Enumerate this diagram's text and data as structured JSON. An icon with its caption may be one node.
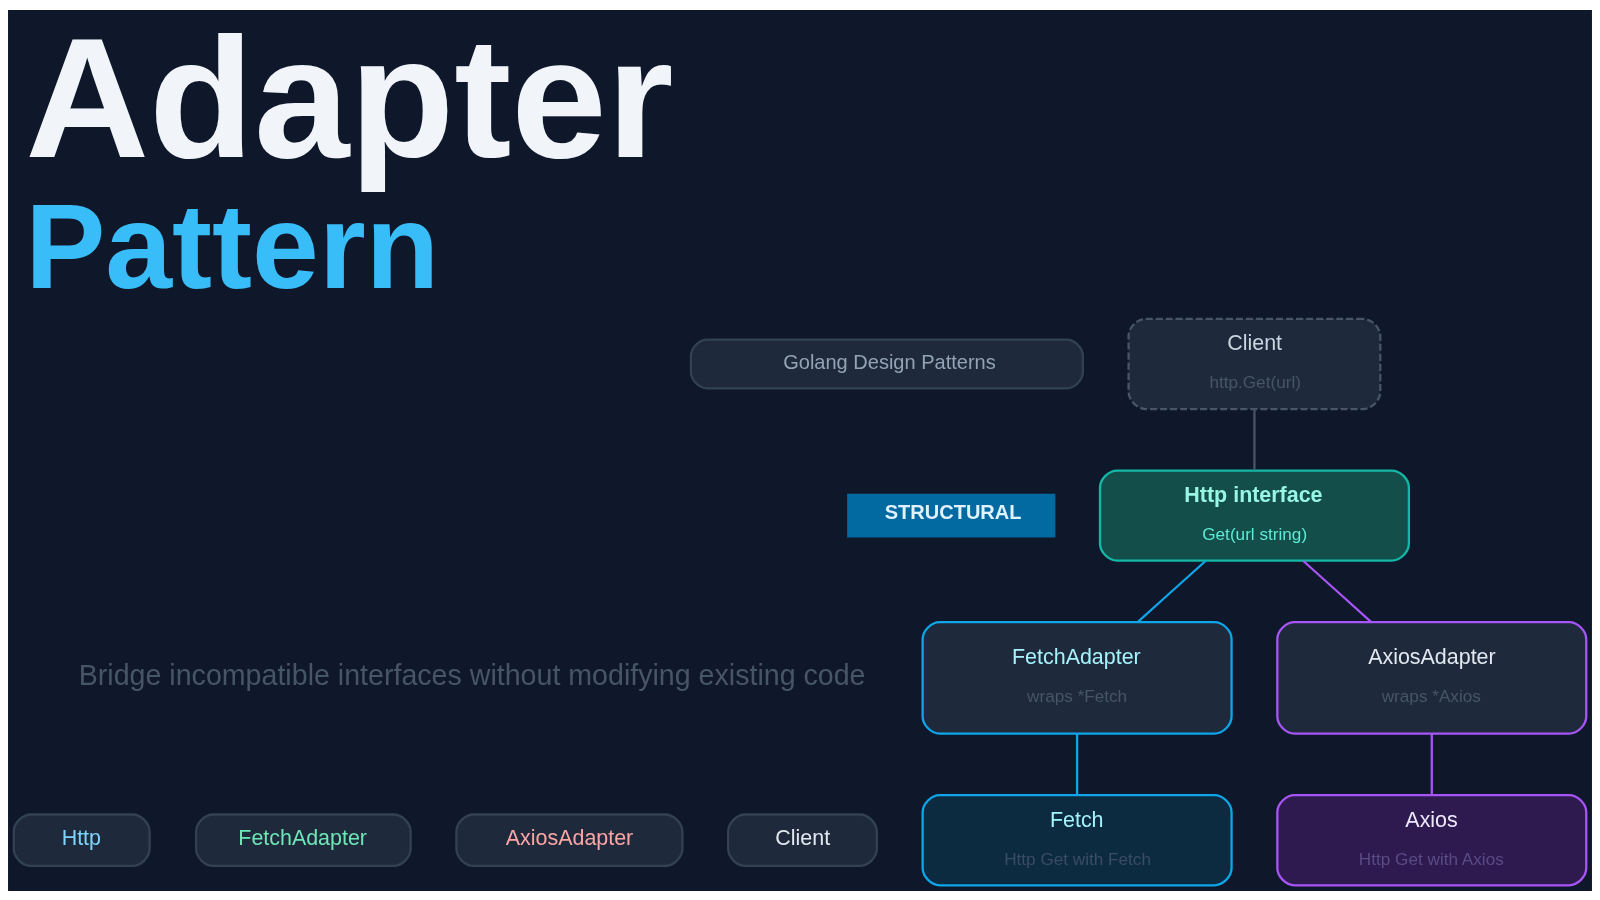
{
  "diagram": {
    "title": "Adapter Pattern",
    "nodes": [
      {
        "text": [
          "Golang Design Patterns"
        ]
      },
      {
        "text": [
          "STRUCTURAL"
        ]
      },
      {
        "text": [
          "Client",
          "http.Get(url)"
        ]
      },
      {
        "text": [
          "Http interface",
          "Get(url string)"
        ]
      },
      {
        "text": [
          "FetchAdapter",
          "wraps *Fetch"
        ]
      },
      {
        "text": [
          "AxiosAdapter",
          "wraps *Axios"
        ]
      },
      {
        "text": [
          "Fetch",
          "Http Get with Fetch"
        ]
      },
      {
        "text": [
          "Axios",
          "Http Get with Axios"
        ]
      },
      {
        "text": [
          "Http"
        ]
      },
      {
        "text": [
          "FetchAdapter"
        ]
      },
      {
        "text": [
          "AxiosAdapter"
        ]
      },
      {
        "text": [
          "Client"
        ]
      }
    ],
    "edges": [
      {
        "from": 2,
        "to": 3,
        "arrow": "none",
        "color": "#475569"
      },
      {
        "from": 3,
        "to": 4,
        "arrow": "none",
        "color": "#0ea5e9"
      },
      {
        "from": 3,
        "to": 5,
        "arrow": "none",
        "color": "#a855f7"
      },
      {
        "from": 4,
        "to": 6,
        "arrow": "none",
        "color": "#0ea5e9"
      },
      {
        "from": 5,
        "to": 7,
        "arrow": "none",
        "color": "#a855f7"
      }
    ],
    "labels": [
      "Bridge incompatible interfaces without modifying existing code"
    ]
  }
}
